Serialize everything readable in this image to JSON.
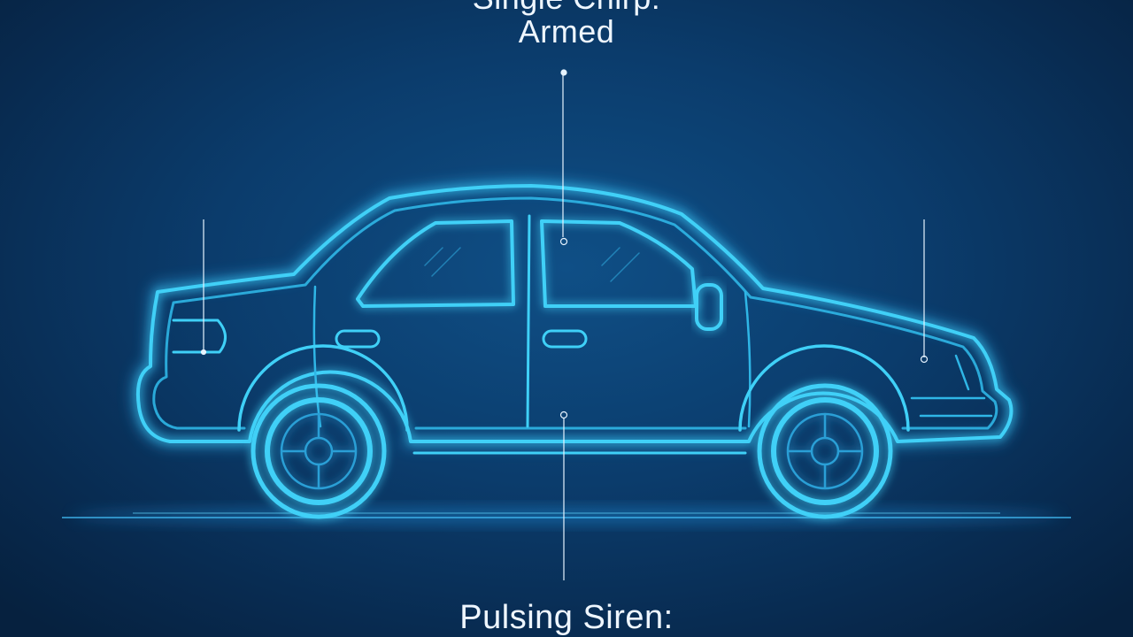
{
  "labels": {
    "top_line1": "Single Chirp:",
    "top_line2": "Armed",
    "bottom": "Pulsing Siren:"
  },
  "colors": {
    "background": "#0b3c6c",
    "neon": "#33c9f0",
    "neon_bright": "#8ee8ff",
    "text": "#eef6ff"
  },
  "icons": {
    "left_waveform": "sound-wave-icon",
    "right_waveform": "sound-wave-icon",
    "car": "sedan-car-outline"
  }
}
